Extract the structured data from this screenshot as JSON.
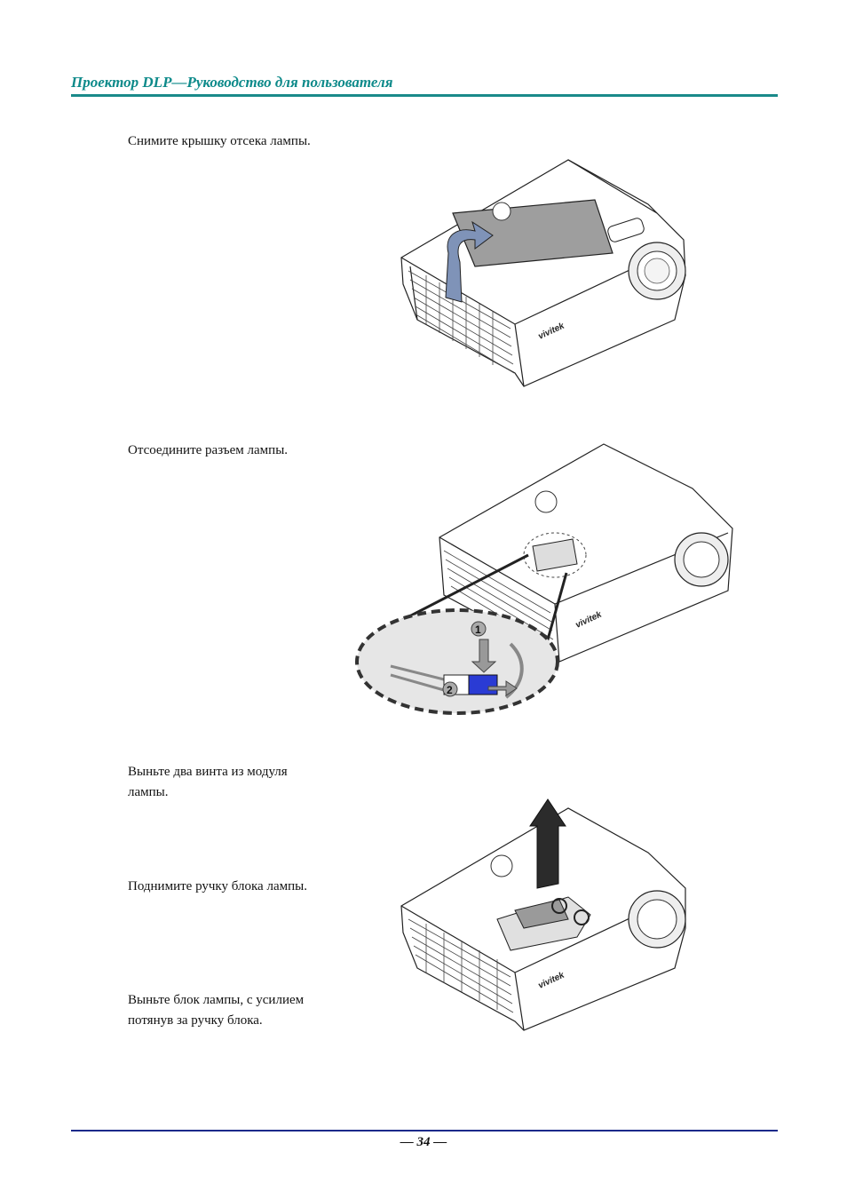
{
  "header": {
    "title": "Проектор DLP—Руководство для пользователя"
  },
  "steps": [
    {
      "text": "Снимите крышку отсека лампы."
    },
    {
      "text": "Отсоедините разъем лампы."
    },
    {
      "text": "Выньте два винта из модуля лампы."
    },
    {
      "text": "Поднимите ручку блока лампы."
    },
    {
      "text": "Выньте блок лампы, с усилием потянув за ручку блока."
    }
  ],
  "figures": {
    "brand": "vivitek",
    "callouts": [
      "1",
      "2"
    ]
  },
  "colors": {
    "accent": "#0d8a8a",
    "connector": "#2a3bd4"
  },
  "footer": {
    "page_number": "— 34 —"
  }
}
